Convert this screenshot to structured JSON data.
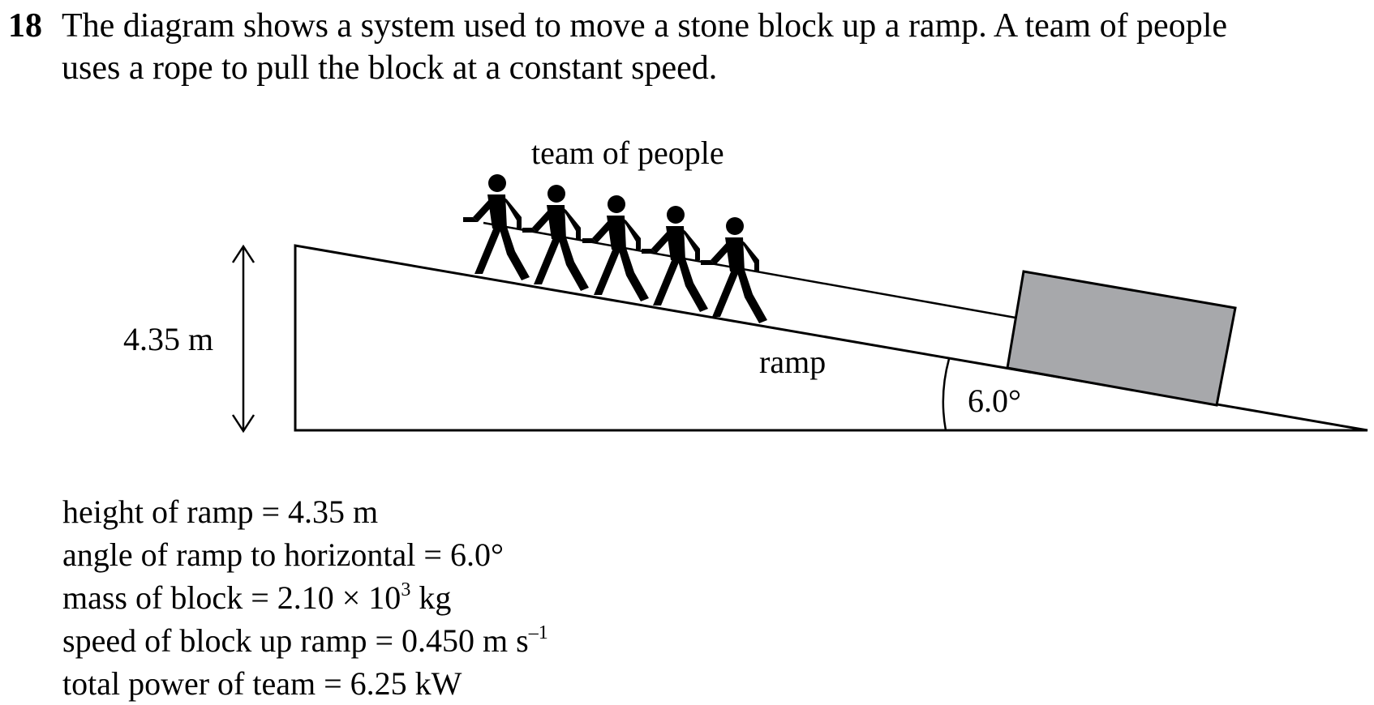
{
  "question": {
    "number": "18",
    "line1": "The diagram shows a system used to move a stone block up a ramp. A team of people",
    "line2": "uses a rope to pull the block at a constant speed."
  },
  "diagram": {
    "label_team": "team of people",
    "label_ramp": "ramp",
    "label_height": "4.35 m",
    "label_angle": "6.0°"
  },
  "data": {
    "height_of_ramp": "height of ramp = 4.35 m",
    "angle_of_ramp": "angle of ramp to horizontal = 6.0°",
    "mass_prefix": "mass of block = 2.10 × 10",
    "mass_exp": "3",
    "mass_unit": " kg",
    "speed_prefix": "speed of block up ramp = 0.450 m s",
    "speed_exp": "–1",
    "total_power": "total power of team = 6.25 kW"
  },
  "colors": {
    "block_fill": "#a7a8ab",
    "line": "#000000"
  }
}
